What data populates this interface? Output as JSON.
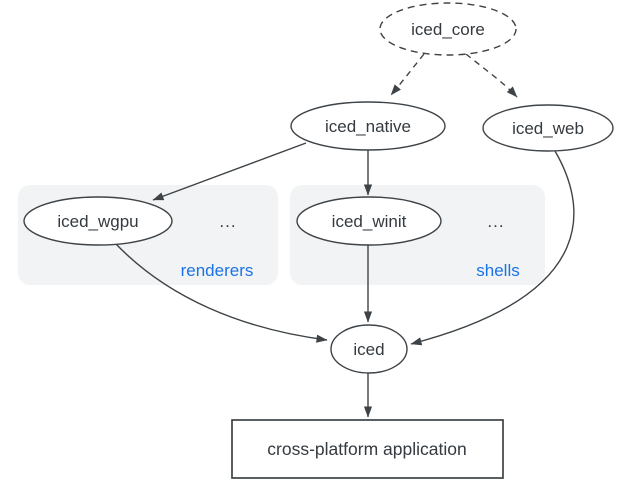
{
  "diagram": {
    "nodes": {
      "iced_core": {
        "label": "iced_core",
        "shape": "ellipse",
        "border": "dashed"
      },
      "iced_native": {
        "label": "iced_native",
        "shape": "ellipse",
        "border": "solid"
      },
      "iced_web": {
        "label": "iced_web",
        "shape": "ellipse",
        "border": "solid"
      },
      "iced_wgpu": {
        "label": "iced_wgpu",
        "shape": "ellipse",
        "border": "solid",
        "group": "renderers"
      },
      "iced_winit": {
        "label": "iced_winit",
        "shape": "ellipse",
        "border": "solid",
        "group": "shells"
      },
      "iced": {
        "label": "iced",
        "shape": "ellipse",
        "border": "solid"
      },
      "app": {
        "label": "cross-platform application",
        "shape": "rect",
        "border": "solid"
      }
    },
    "groups": {
      "renderers": {
        "label": "renderers",
        "more": "..."
      },
      "shells": {
        "label": "shells",
        "more": "..."
      }
    },
    "edges": [
      {
        "from": "iced_core",
        "to": "iced_native",
        "style": "dashed"
      },
      {
        "from": "iced_core",
        "to": "iced_web",
        "style": "dashed"
      },
      {
        "from": "iced_native",
        "to": "iced_wgpu",
        "style": "solid"
      },
      {
        "from": "iced_native",
        "to": "iced_winit",
        "style": "solid"
      },
      {
        "from": "iced_wgpu",
        "to": "iced",
        "style": "solid"
      },
      {
        "from": "iced_winit",
        "to": "iced",
        "style": "solid"
      },
      {
        "from": "iced_web",
        "to": "iced",
        "style": "solid"
      },
      {
        "from": "iced",
        "to": "app",
        "style": "solid"
      }
    ],
    "colors": {
      "stroke": "#3e4347",
      "text": "#343a3f",
      "group_label": "#1a73e8",
      "group_fill": "#f1f3f4",
      "node_fill": "#ffffff",
      "canvas_bg": "#ffffff"
    }
  }
}
